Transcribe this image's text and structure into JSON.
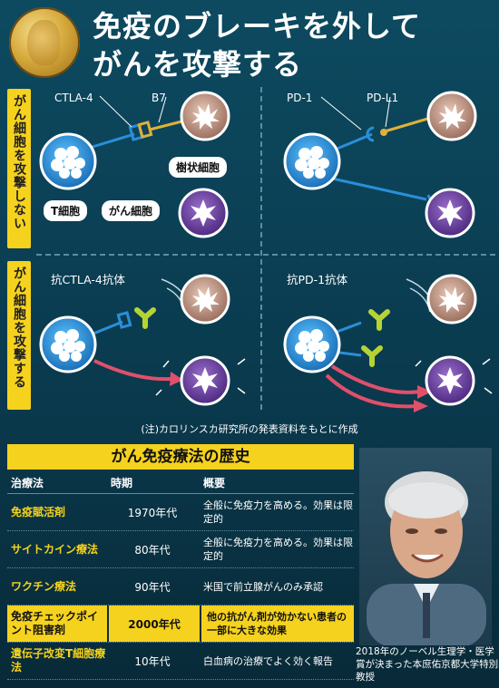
{
  "title": {
    "line1": "免疫のブレーキを外して",
    "line2": "がんを攻撃する"
  },
  "side_tags": {
    "top": "がん細胞を攻撃しない",
    "bottom": "がん細胞を攻撃する"
  },
  "diagram": {
    "ctla4": "CTLA-4",
    "b7": "B7",
    "pd1": "PD-1",
    "pdl1": "PD-L1",
    "dendritic_cell": "樹状細胞",
    "t_cell": "T細胞",
    "cancer_cell": "がん細胞",
    "anti_ctla4": "抗CTLA-4抗体",
    "anti_pd1": "抗PD-1抗体"
  },
  "note": "(注)カロリンスカ研究所の発表資料をもとに作成",
  "history": {
    "title": "がん免疫療法の歴史",
    "headers": [
      "治療法",
      "時期",
      "概要"
    ],
    "rows": [
      {
        "therapy": "免疫賦活剤",
        "period": "1970年代",
        "summary": "全般に免疫力を高める。効果は限定的"
      },
      {
        "therapy": "サイトカイン療法",
        "period": "80年代",
        "summary": "全般に免疫力を高める。効果は限定的"
      },
      {
        "therapy": "ワクチン療法",
        "period": "90年代",
        "summary": "米国で前立腺がんのみ承認"
      },
      {
        "therapy": "免疫チェックポイント阻害剤",
        "period": "2000年代",
        "summary": "他の抗がん剤が効かない患者の一部に大きな効果",
        "highlight": true
      },
      {
        "therapy": "遺伝子改変T細胞療法",
        "period": "10年代",
        "summary": "白血病の治療でよく効く報告"
      }
    ]
  },
  "photo_caption": "2018年のノーベル生理学・医学賞が決まった本庶佑京都大学特別教授",
  "colors": {
    "accent_yellow": "#f5d21d",
    "t_cell_blue": "#2a8fd8",
    "cancer_purple": "#6b3fa0",
    "dendritic_brown": "#c09080",
    "antibody_green": "#b6d334",
    "arrow_red": "#e0506a"
  }
}
